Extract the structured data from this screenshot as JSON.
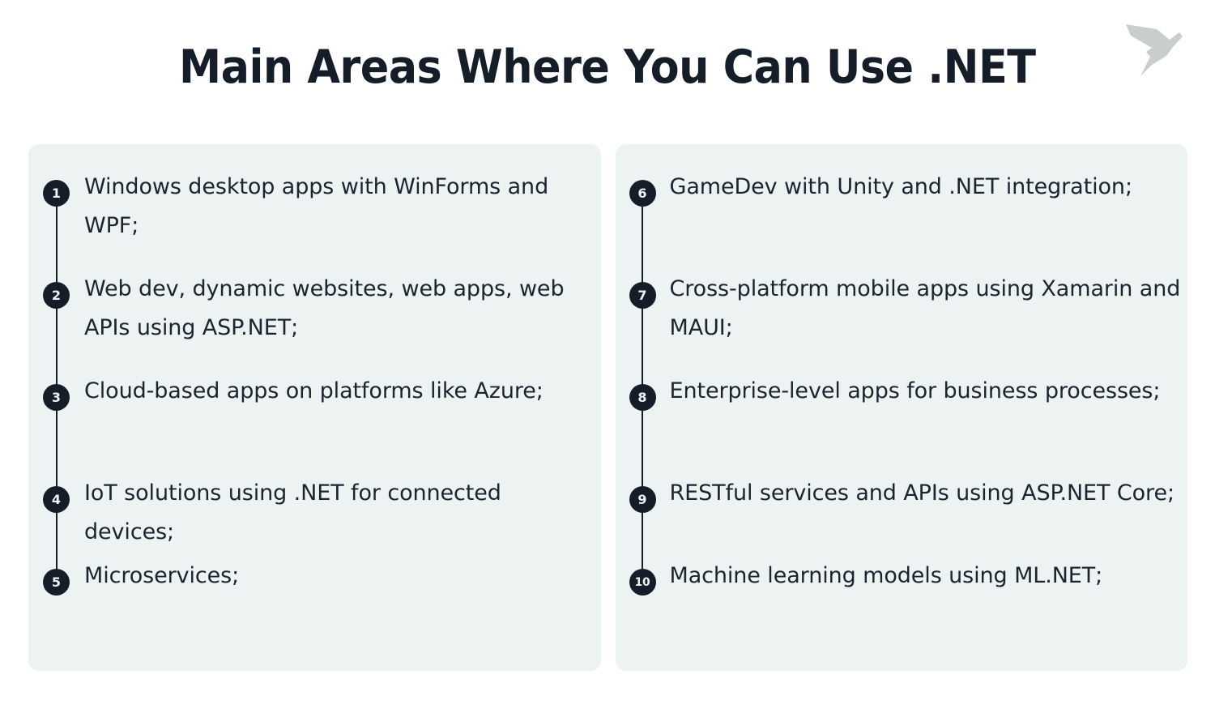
{
  "header": {
    "title": "Main Areas Where You Can Use .NET",
    "logo_name": "origami-bird-logo",
    "logo_color": "#c9cdcd"
  },
  "theme": {
    "page_background": "#ffffff",
    "card_background": "#edf2f2",
    "accent_dark": "#151d28",
    "text_color": "#1b2530",
    "badge_text_color": "#eef2f2"
  },
  "columns": [
    {
      "name": "left-column",
      "items": [
        {
          "number": "1",
          "text": "Windows desktop apps with WinForms and WPF;"
        },
        {
          "number": "2",
          "text": "Web dev, dynamic websites, web apps, web APIs using ASP.NET;"
        },
        {
          "number": "3",
          "text": "Cloud-based apps on platforms like Azure;"
        },
        {
          "number": "4",
          "text": "IoT solutions using .NET for connected devices;"
        },
        {
          "number": "5",
          "text": "Microservices;"
        }
      ]
    },
    {
      "name": "right-column",
      "items": [
        {
          "number": "6",
          "text": "GameDev with Unity and .NET integration;"
        },
        {
          "number": "7",
          "text": "Cross-platform mobile apps using Xamarin and MAUI;"
        },
        {
          "number": "8",
          "text": "Enterprise-level apps for business processes;"
        },
        {
          "number": "9",
          "text": "RESTful services and APIs using ASP.NET Core;"
        },
        {
          "number": "10",
          "text": "Machine learning models using ML.NET;"
        }
      ]
    }
  ]
}
